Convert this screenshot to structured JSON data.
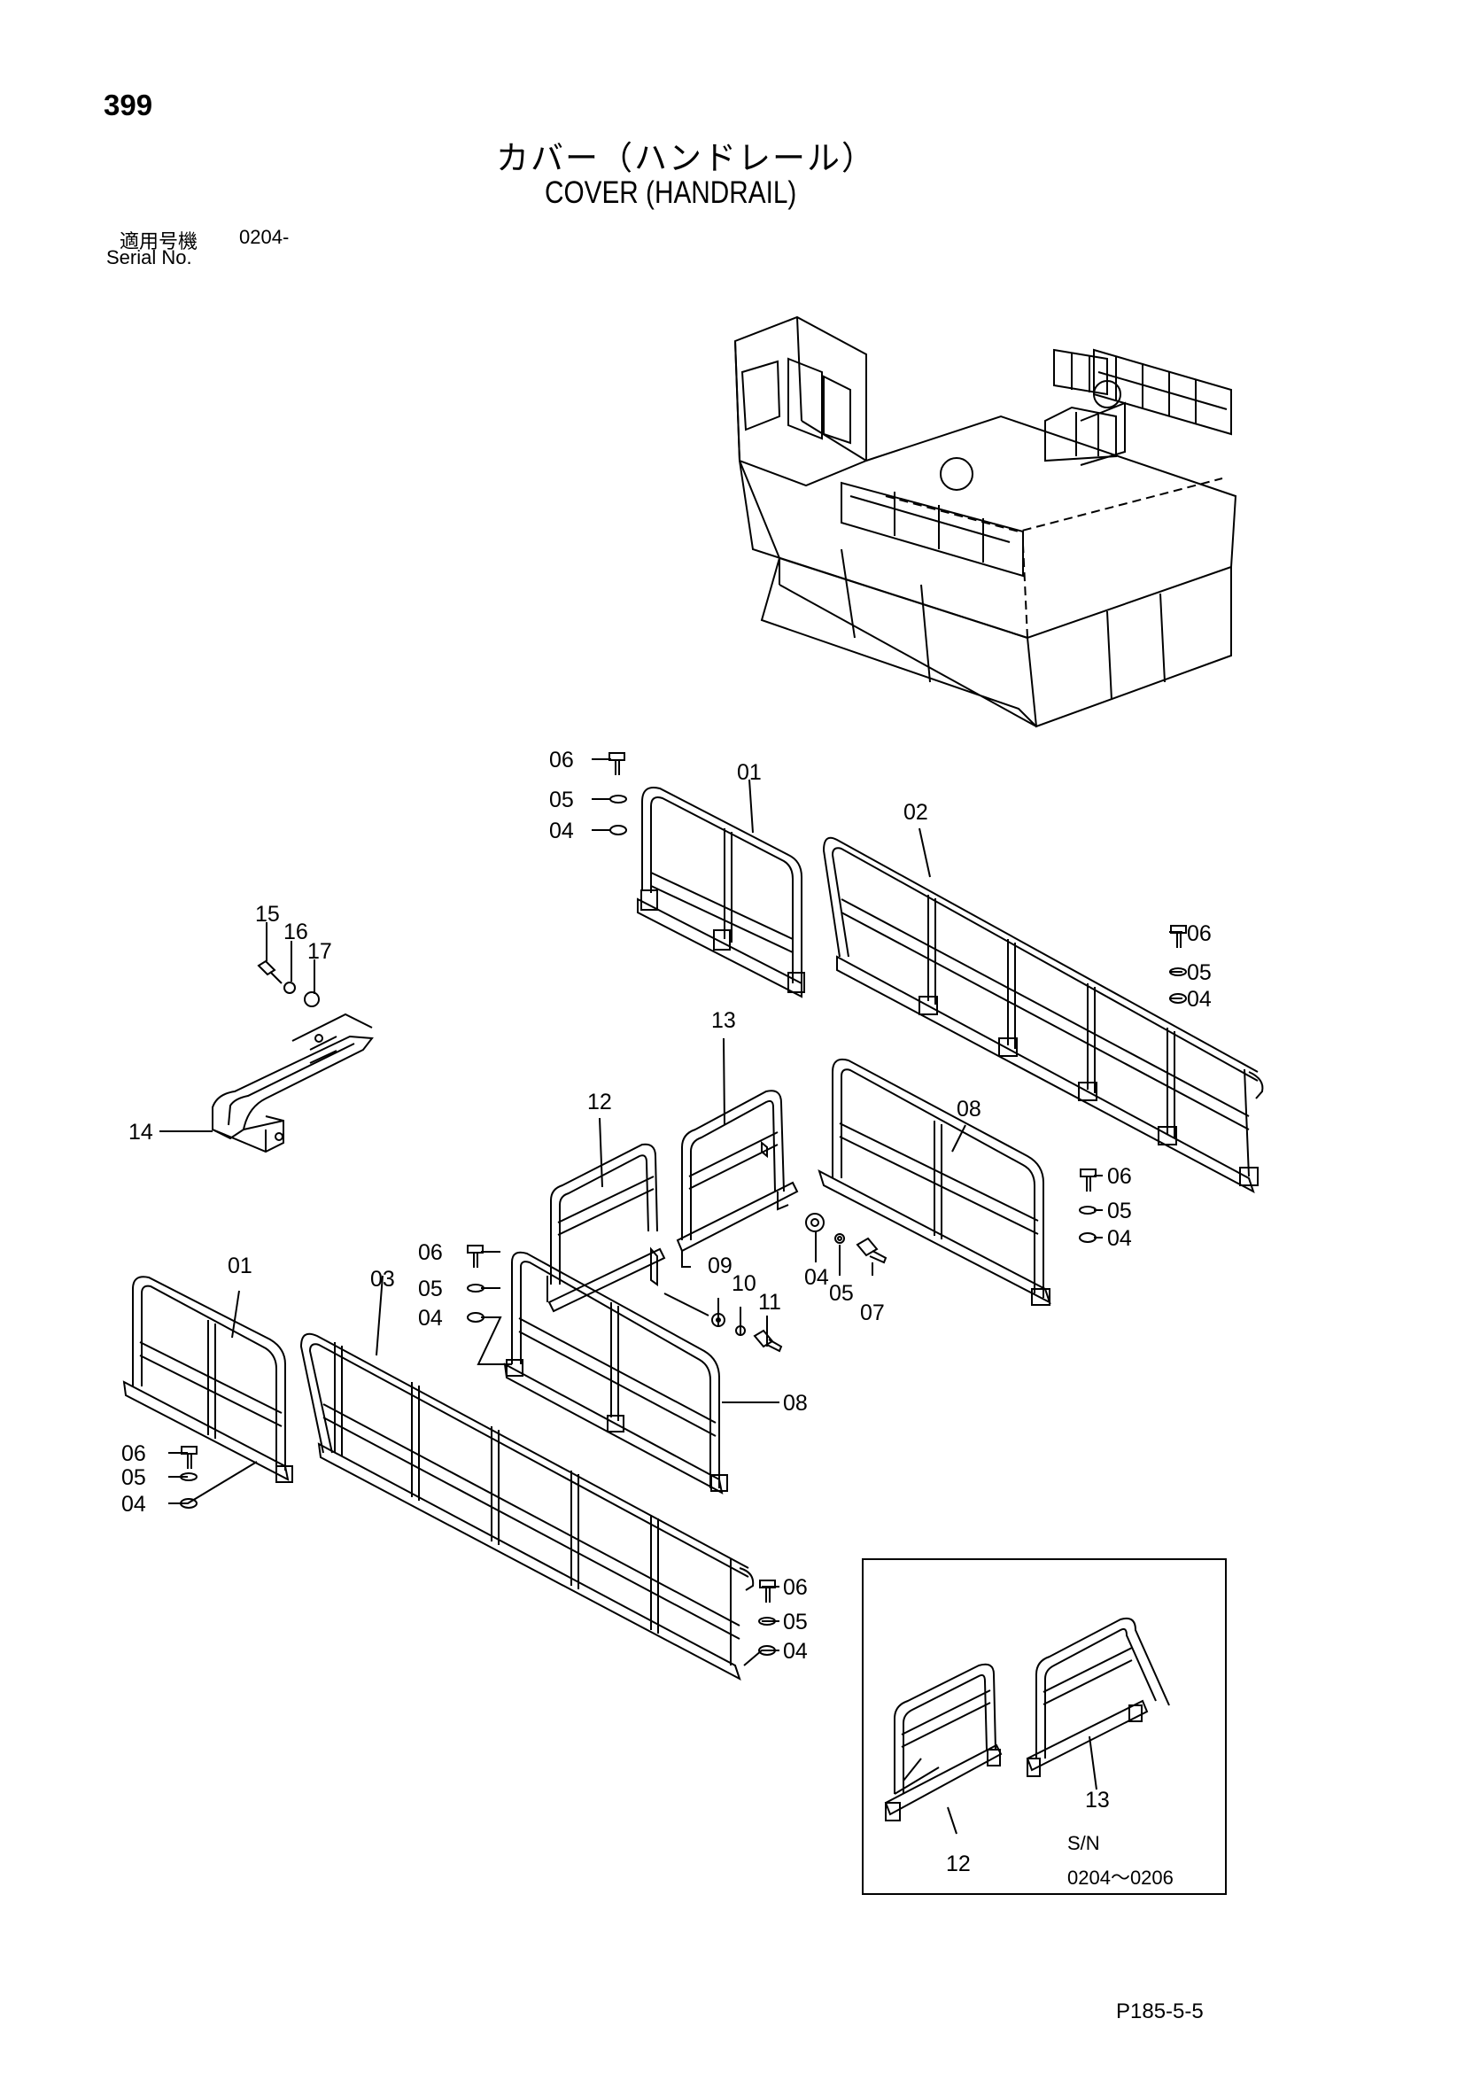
{
  "page_number": "399",
  "title_jp": "カバー（ハンドレール）",
  "title_en": "COVER (HANDRAIL)",
  "serial_label_jp": "適用号機",
  "serial_value": "0204-",
  "serial_label_en": "Serial No.",
  "page_ref": "P185-5-5",
  "inset": {
    "sn_label": "S/N",
    "sn_range": "0204～0206"
  },
  "callouts": {
    "c01a": "01",
    "c02": "02",
    "c06a": "06",
    "c05a": "05",
    "c04a": "04",
    "c06b": "06",
    "c05b": "05",
    "c04b": "04",
    "c15": "15",
    "c16": "16",
    "c17": "17",
    "c14": "14",
    "c13": "13",
    "c12": "12",
    "c08a": "08",
    "c06c": "06",
    "c05c": "05",
    "c04c": "04",
    "c04d": "04",
    "c05d": "05",
    "c07": "07",
    "c09": "09",
    "c10": "10",
    "c11": "11",
    "c01b": "01",
    "c03": "03",
    "c06d": "06",
    "c05e": "05",
    "c04e": "04",
    "c08b": "08",
    "c06e": "06",
    "c05f": "05",
    "c04f": "04",
    "c06f": "06",
    "c05g": "05",
    "c04g": "04",
    "c13i": "13",
    "c12i": "12"
  }
}
